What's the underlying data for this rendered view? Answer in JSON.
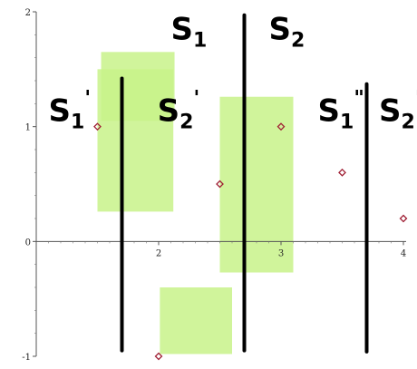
{
  "chart_data": {
    "type": "scatter",
    "title": "",
    "xlabel": "",
    "ylabel": "",
    "xlim": [
      1.0,
      4.0
    ],
    "ylim": [
      -1.0,
      2.0
    ],
    "x_ticks": [
      2,
      3,
      4
    ],
    "x_tick_labels": [
      "2",
      "3",
      "4"
    ],
    "y_ticks": [
      -1,
      0,
      1,
      2
    ],
    "y_tick_labels": [
      "-1",
      "0",
      "1",
      "2"
    ],
    "grid": false,
    "points": [
      {
        "x": 1.5,
        "y": 1.0
      },
      {
        "x": 2.0,
        "y": -1.0
      },
      {
        "x": 2.5,
        "y": 0.5
      },
      {
        "x": 3.0,
        "y": 1.0
      },
      {
        "x": 3.5,
        "y": 0.6
      },
      {
        "x": 4.0,
        "y": 0.2
      }
    ],
    "point_color": "#a02035",
    "split_lines": [
      {
        "x": 1.7,
        "y_from": -0.95,
        "y_to": 1.42
      },
      {
        "x": 2.7,
        "y_from": -0.95,
        "y_to": 1.97
      },
      {
        "x": 3.7,
        "y_from": -0.96,
        "y_to": 1.37
      }
    ],
    "regions": [
      {
        "x0": 1.53,
        "x1": 2.13,
        "y0": 1.05,
        "y1": 1.65
      },
      {
        "x0": 1.5,
        "x1": 2.12,
        "y0": 0.26,
        "y1": 1.5
      },
      {
        "x0": 2.5,
        "x1": 3.1,
        "y0": -0.27,
        "y1": 1.26
      },
      {
        "x0": 2.01,
        "x1": 2.6,
        "y0": -0.98,
        "y1": -0.4
      }
    ],
    "region_color": "#c8f28a",
    "annotations": [
      {
        "key": "s1",
        "text": "S",
        "sub": "1",
        "mark": "",
        "x": 2.1,
        "y": 1.76
      },
      {
        "key": "s2",
        "text": "S",
        "sub": "2",
        "mark": "",
        "x": 2.9,
        "y": 1.76
      },
      {
        "key": "s1p",
        "text": "S",
        "sub": "1",
        "mark": "'",
        "x": 1.1,
        "y": 1.05
      },
      {
        "key": "s2p",
        "text": "S",
        "sub": "2",
        "mark": "'",
        "x": 1.99,
        "y": 1.05
      },
      {
        "key": "s1pp",
        "text": "S",
        "sub": "1",
        "mark": "\"",
        "x": 3.3,
        "y": 1.05
      },
      {
        "key": "s2pp",
        "text": "S",
        "sub": "2",
        "mark": "\"",
        "x": 3.8,
        "y": 1.05
      }
    ]
  }
}
